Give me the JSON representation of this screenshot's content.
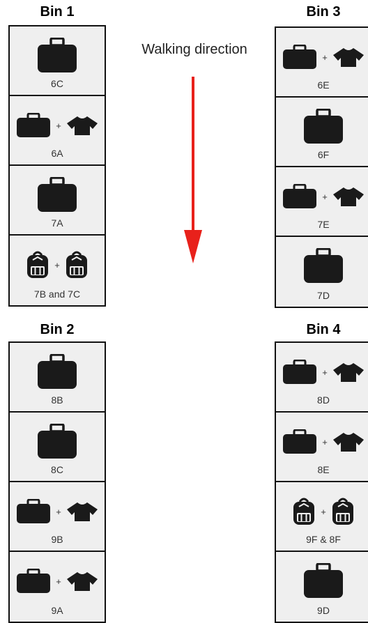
{
  "walking_direction": "Walking direction",
  "colors": {
    "arrow": "#e8211b",
    "icon": "#1a1a1a",
    "bin_fill": "#efefef"
  },
  "bins": [
    {
      "title": "Bin 1",
      "cells": [
        {
          "items": [
            "suitcase"
          ],
          "label": "6C"
        },
        {
          "items": [
            "suitcase-small",
            "shirt"
          ],
          "label": "6A"
        },
        {
          "items": [
            "suitcase"
          ],
          "label": "7A"
        },
        {
          "items": [
            "backpack",
            "backpack"
          ],
          "label": "7B and 7C"
        }
      ]
    },
    {
      "title": "Bin 2",
      "cells": [
        {
          "items": [
            "suitcase"
          ],
          "label": "8B"
        },
        {
          "items": [
            "suitcase"
          ],
          "label": "8C"
        },
        {
          "items": [
            "suitcase-small",
            "shirt"
          ],
          "label": "9B"
        },
        {
          "items": [
            "suitcase-small",
            "shirt"
          ],
          "label": "9A"
        }
      ]
    },
    {
      "title": "Bin 3",
      "cells": [
        {
          "items": [
            "suitcase-small",
            "shirt"
          ],
          "label": "6E"
        },
        {
          "items": [
            "suitcase"
          ],
          "label": "6F"
        },
        {
          "items": [
            "suitcase-small",
            "shirt"
          ],
          "label": "7E"
        },
        {
          "items": [
            "suitcase"
          ],
          "label": "7D"
        }
      ]
    },
    {
      "title": "Bin 4",
      "cells": [
        {
          "items": [
            "suitcase-small",
            "shirt"
          ],
          "label": "8D"
        },
        {
          "items": [
            "suitcase-small",
            "shirt"
          ],
          "label": "8E"
        },
        {
          "items": [
            "backpack",
            "backpack"
          ],
          "label": "9F & 8F"
        },
        {
          "items": [
            "suitcase"
          ],
          "label": "9D"
        }
      ]
    }
  ]
}
